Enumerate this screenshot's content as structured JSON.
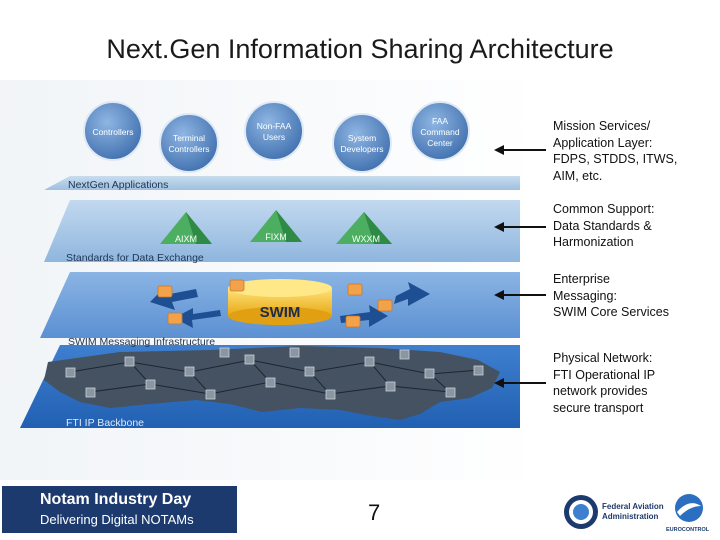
{
  "title": "Next.Gen Information Sharing Architecture",
  "layers": {
    "applications": {
      "label": "NextGen Applications",
      "users": [
        {
          "lines": [
            "Controllers"
          ]
        },
        {
          "lines": [
            "Terminal",
            "Controllers"
          ]
        },
        {
          "lines": [
            "Non-FAA",
            "Users"
          ]
        },
        {
          "lines": [
            "System",
            "Developers"
          ]
        },
        {
          "lines": [
            "FAA",
            "Command",
            "Center"
          ]
        }
      ]
    },
    "standards": {
      "label": "Standards for Data Exchange",
      "formats": [
        "AIXM",
        "FIXM",
        "WXXM"
      ]
    },
    "swim": {
      "label": "SWIM Messaging Infrastructure",
      "core": "SWIM"
    },
    "backbone": {
      "label": "FTI IP Backbone"
    }
  },
  "notes": {
    "mission": [
      "Mission Services/",
      "Application Layer:",
      "FDPS, STDDS, ITWS,",
      "AIM, etc."
    ],
    "common": [
      "Common Support:",
      "Data Standards &",
      "Harmonization"
    ],
    "enterprise": [
      "Enterprise",
      "Messaging:",
      "SWIM Core Services"
    ],
    "physical": [
      "Physical Network:",
      "FTI Operational IP",
      "network provides",
      "secure transport"
    ]
  },
  "footer": {
    "banner_line1": "Notam Industry Day",
    "banner_line2": "Delivering Digital NOTAMs",
    "page_number": "7",
    "faa_line1": "Federal Aviation",
    "faa_line2": "Administration",
    "eurocontrol": "EUROCONTROL"
  },
  "colors": {
    "user_circle": "#5b8fc9",
    "user_circle_dark": "#3f6fae",
    "plane_light": "#a9c8e6",
    "plane_mid": "#6fa0d6",
    "plane_dark": "#2f6fc0",
    "triangle": "#4cae60",
    "cylinder": "#f2c12a",
    "node": "#f2a24a",
    "land": "#455260",
    "banner": "#1d3a6e"
  }
}
